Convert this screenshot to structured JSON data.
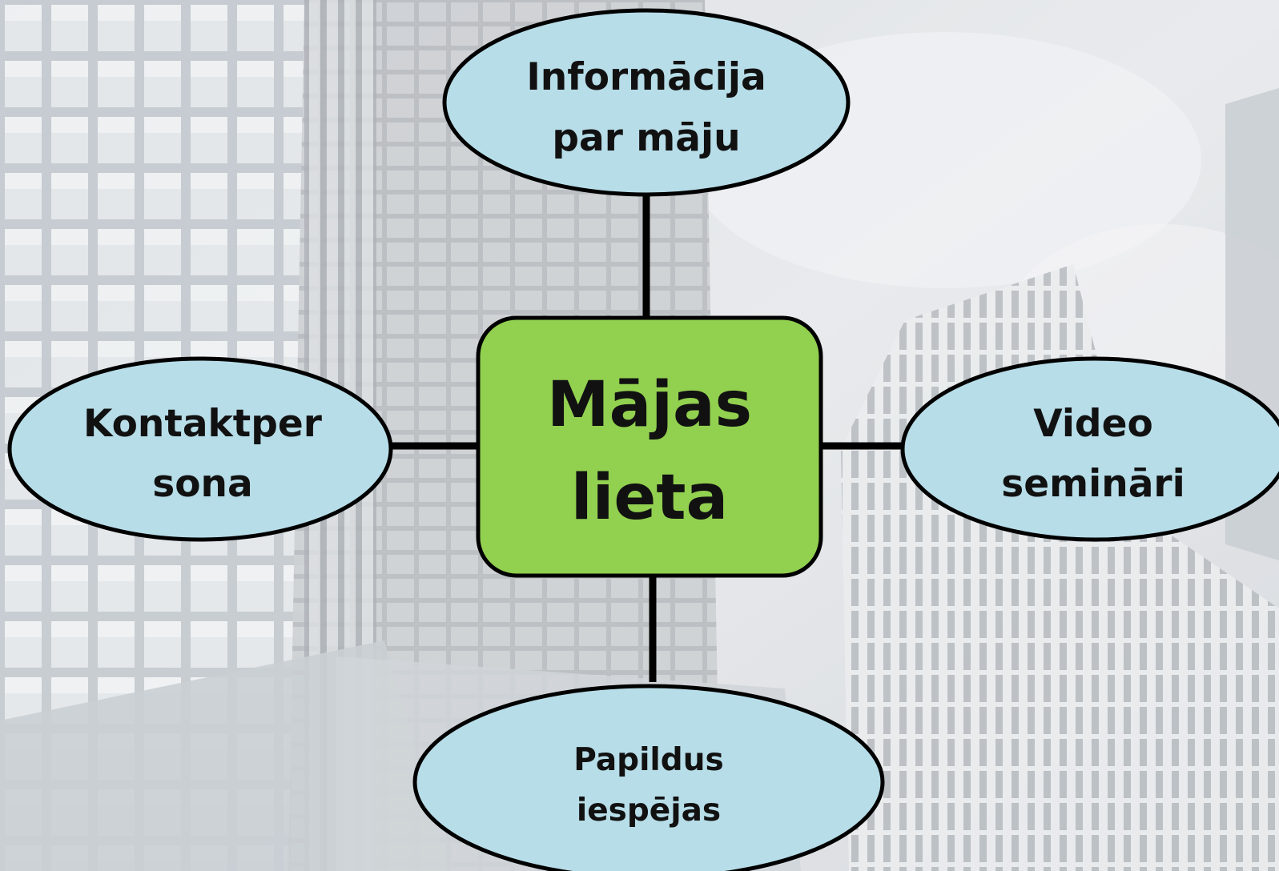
{
  "diagram": {
    "center": {
      "line1": "Mājas",
      "line2": "lieta"
    },
    "top": {
      "line1": "Informācija",
      "line2": "par māju"
    },
    "left": {
      "line1": "Kontaktper",
      "line2": "sona"
    },
    "right": {
      "line1": "Video",
      "line2": "semināri"
    },
    "bottom": {
      "line1": "Papildus",
      "line2": "iespējas"
    }
  },
  "colors": {
    "center_fill": "#92d050",
    "node_fill": "#b7dde8",
    "outline": "#000000"
  }
}
